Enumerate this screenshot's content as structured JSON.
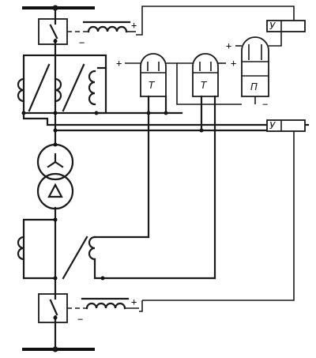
{
  "relays": {
    "trip_1": {
      "letter": "Т"
    },
    "trip_2": {
      "letter": "Т"
    },
    "interm": {
      "letter": "П"
    }
  },
  "signal_units": {
    "top": {
      "letter": "У"
    },
    "mid": {
      "letter": "У"
    }
  },
  "polarity": {
    "plus": "+",
    "minus": "−"
  }
}
